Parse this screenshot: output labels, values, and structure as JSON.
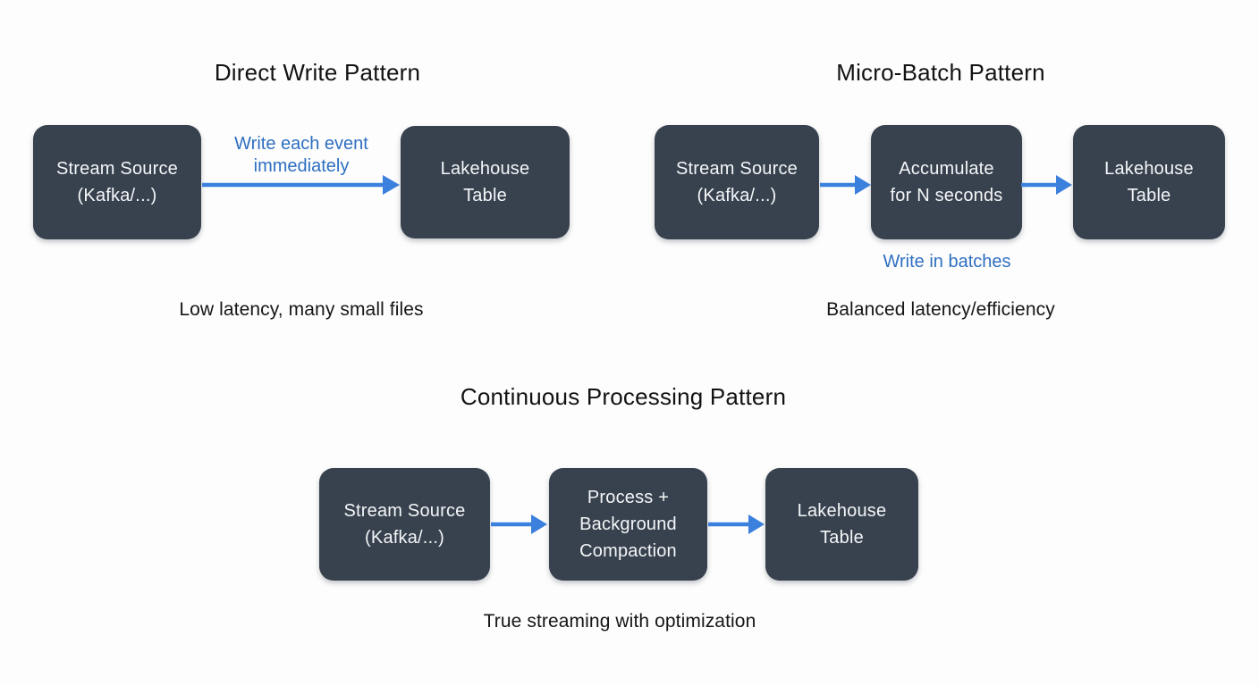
{
  "colors": {
    "background": "#fdfdfd",
    "box_bg": "#38424e",
    "box_text": "#f4f6f8",
    "arrow": "#3c80dd",
    "blue_label": "#2e6fc1",
    "title_text": "#121212",
    "caption_text": "#161616"
  },
  "patterns": [
    {
      "title": "Direct Write Pattern",
      "caption": "Low latency, many small files",
      "arrow_label": {
        "lines": [
          "Write each event",
          "immediately"
        ]
      },
      "nodes": [
        {
          "name": "stream-source",
          "lines": [
            "Stream Source",
            "(Kafka/...)"
          ]
        },
        {
          "name": "lakehouse-table",
          "lines": [
            "Lakehouse",
            "Table"
          ]
        }
      ]
    },
    {
      "title": "Micro-Batch Pattern",
      "caption": "Balanced latency/efficiency",
      "below_label": "Write in batches",
      "nodes": [
        {
          "name": "stream-source",
          "lines": [
            "Stream Source",
            "(Kafka/...)"
          ]
        },
        {
          "name": "accumulate",
          "lines": [
            "Accumulate",
            "for N seconds"
          ]
        },
        {
          "name": "lakehouse-table",
          "lines": [
            "Lakehouse",
            "Table"
          ]
        }
      ]
    },
    {
      "title": "Continuous Processing Pattern",
      "caption": "True streaming with optimization",
      "nodes": [
        {
          "name": "stream-source",
          "lines": [
            "Stream Source",
            "(Kafka/...)"
          ]
        },
        {
          "name": "process-compaction",
          "lines": [
            "Process +",
            "Background",
            "Compaction"
          ]
        },
        {
          "name": "lakehouse-table",
          "lines": [
            "Lakehouse",
            "Table"
          ]
        }
      ]
    }
  ]
}
